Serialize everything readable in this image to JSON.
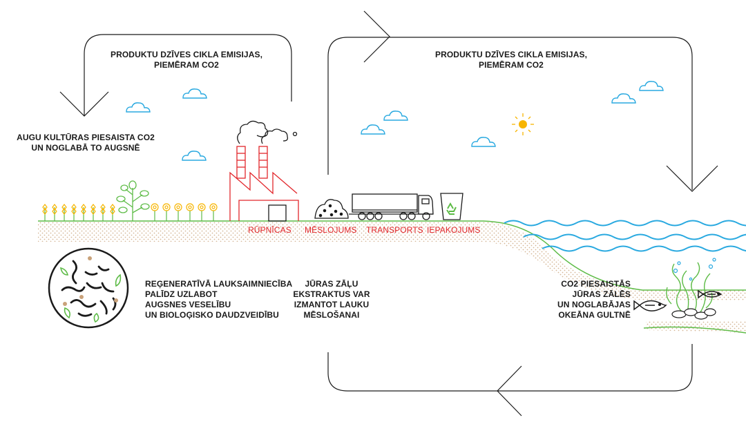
{
  "labels": {
    "emissions_left": "PRODUKTU DZĪVES CIKLA EMISIJAS,\nPIEMĒRAM CO2",
    "emissions_right": "PRODUKTU DZĪVES CIKLA EMISIJAS,\nPIEMĒRAM CO2",
    "crops": "AUGU KULTŪRAS PIESAISTA CO2\nUN NOGLABĀ TO AUGSNĒ",
    "regenerative": "REĢENERATĪVĀ LAUKSAIMNIECĪBA\nPALĪDZ UZLABOT\nAUGSNES VESELĪBU\nUN BIOLOĢISKO DAUDZVEIDĪBU",
    "seaweed": "JŪRAS ZĀĻU\nEKSTRAKTUS VAR\nIZMANTOT LAUKU\nMĒSLOŠANAI",
    "seagrass": "CO2 PIESAISTĀS\nJŪRAS ZĀLĒS\nUN NOGLABĀJAS\nOKEĀNA GULTNĒ"
  },
  "stages": {
    "factories": "RŪPNĪCAS",
    "fertilizer": "MĒSLOJUMS",
    "transport": "TRANSPORTS",
    "packaging": "IEPAKOJUMS"
  },
  "colors": {
    "line": "#1a1a1a",
    "accent_red": "#e2262b",
    "ground_green": "#5dbb46",
    "sky_blue": "#29a9e0",
    "sun_yellow": "#f7b500",
    "soil_dots": "#c9a27a"
  },
  "icons": [
    "factory-icon",
    "compost-heap-icon",
    "truck-icon",
    "recycle-bin-icon",
    "sun-icon",
    "cloud-icon",
    "fish-icon",
    "seaweed-icon",
    "wheat-icon",
    "sunflower-icon",
    "tree-icon",
    "soil-circle-icon"
  ]
}
